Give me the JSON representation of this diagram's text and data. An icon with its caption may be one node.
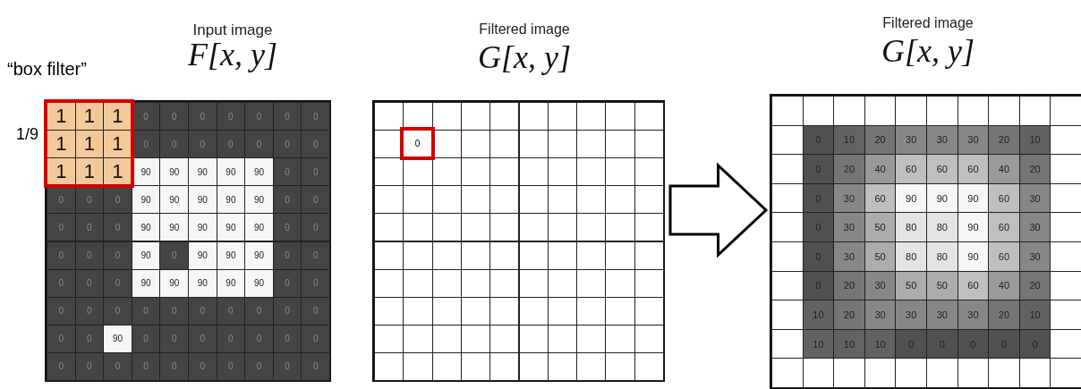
{
  "diagram": {
    "nodes": [
      {
        "text": [
          "Input image",
          "F[x, y]"
        ]
      },
      {
        "text": [
          "Filtered image",
          "G[x, y]"
        ]
      },
      {
        "text": [
          "Filtered image",
          "G[x, y]"
        ]
      },
      {
        "text": [],
        "shape": "box",
        "in": 0,
        "beside": [
          "“box filter”",
          "1/9"
        ]
      },
      {
        "text": [
          "0"
        ],
        "in": 1
      }
    ],
    "edges": [
      {
        "from": 1,
        "to": 2,
        "arrow": "to"
      }
    ],
    "labels": [
      "1",
      "1",
      "1",
      "0",
      "0",
      "0",
      "0",
      "0",
      "0",
      "0",
      "1",
      "1",
      "1",
      "0",
      "0",
      "0",
      "0",
      "0",
      "0",
      "0",
      "1",
      "1",
      "1",
      "90",
      "90",
      "90",
      "90",
      "90",
      "0",
      "0",
      "0",
      "0",
      "0",
      "90",
      "90",
      "90",
      "90",
      "90",
      "0",
      "0",
      "0",
      "0",
      "0",
      "90",
      "90",
      "90",
      "90",
      "90",
      "0",
      "0",
      "0",
      "0",
      "0",
      "90",
      "0",
      "90",
      "90",
      "90",
      "0",
      "0",
      "0",
      "0",
      "0",
      "90",
      "90",
      "90",
      "90",
      "90",
      "0",
      "0",
      "0",
      "0",
      "0",
      "0",
      "0",
      "0",
      "0",
      "0",
      "0",
      "0",
      "0",
      "0",
      "90",
      "0",
      "0",
      "0",
      "0",
      "0",
      "0",
      "0",
      "0",
      "0",
      "0",
      "0",
      "0",
      "0",
      "0",
      "0",
      "0",
      "0",
      "0",
      "10",
      "20",
      "30",
      "30",
      "30",
      "20",
      "10",
      "0",
      "20",
      "40",
      "60",
      "60",
      "60",
      "40",
      "20",
      "0",
      "30",
      "60",
      "90",
      "90",
      "90",
      "60",
      "30",
      "0",
      "30",
      "50",
      "80",
      "80",
      "90",
      "60",
      "30",
      "0",
      "30",
      "50",
      "80",
      "80",
      "90",
      "60",
      "30",
      "0",
      "20",
      "30",
      "50",
      "50",
      "60",
      "40",
      "20",
      "10",
      "20",
      "30",
      "30",
      "30",
      "30",
      "20",
      "10",
      "10",
      "10",
      "10",
      "0",
      "0",
      "0",
      "0",
      "0"
    ]
  }
}
